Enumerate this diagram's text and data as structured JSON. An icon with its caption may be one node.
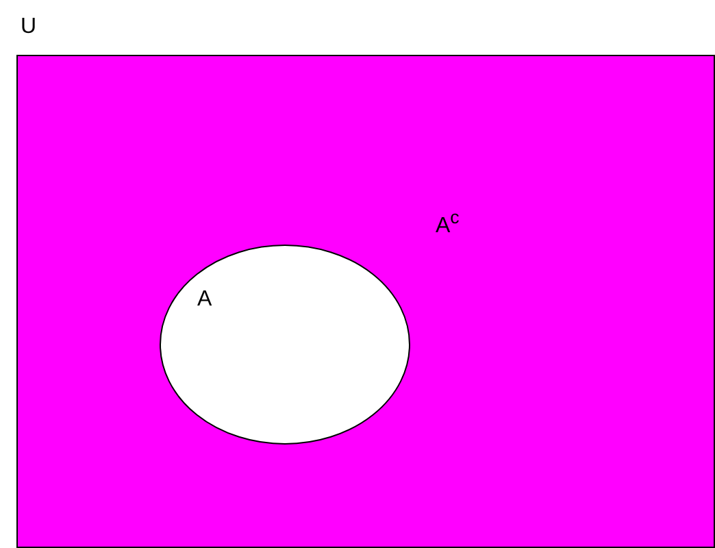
{
  "diagram": {
    "nodes": [
      {
        "text": [
          "U"
        ]
      },
      {
        "text": [
          "A"
        ],
        "in": 0
      }
    ],
    "labels": [
      "A$^{c}$"
    ]
  }
}
